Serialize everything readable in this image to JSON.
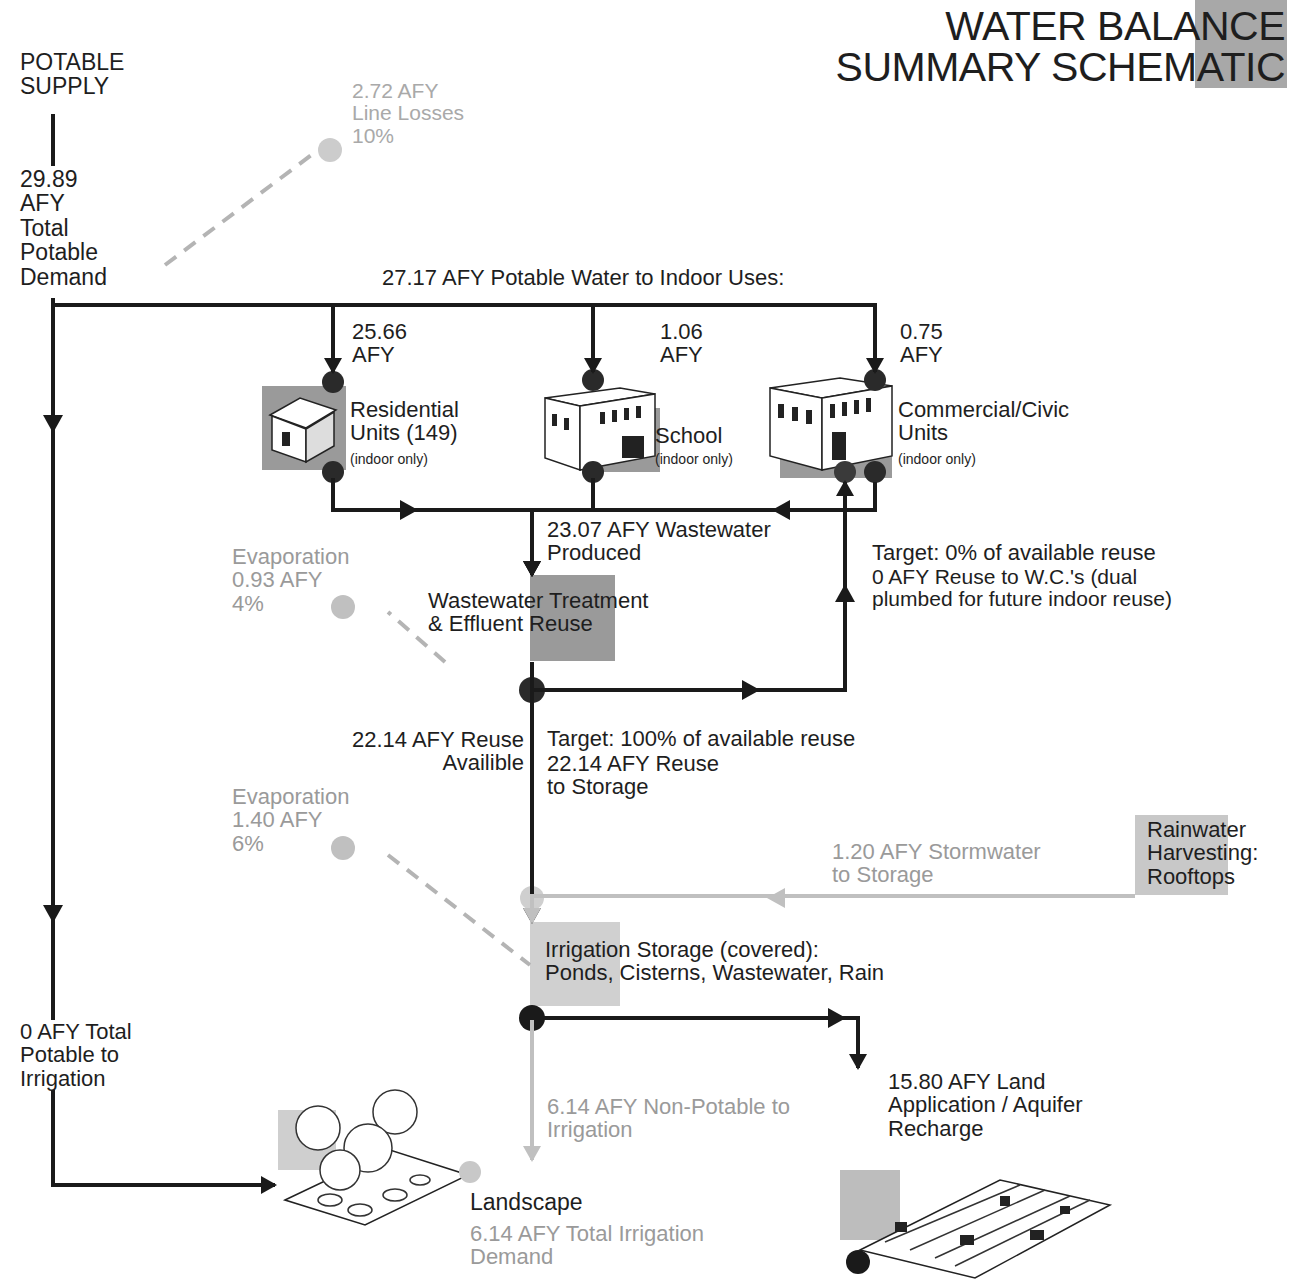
{
  "diagram": {
    "title": "WATER BALANCE SUMMARY SCHEMATIC",
    "nodes": [
      {
        "text": [
          "POTABLE SUPPLY",
          "29.89 AFY Total Potable Demand"
        ]
      },
      {
        "text": [
          "2.72 AFY Line Losses 10%"
        ]
      },
      {
        "text": [
          "Residential Units (149)",
          "(indoor only)"
        ]
      },
      {
        "text": [
          "School",
          "(indoor only)"
        ]
      },
      {
        "text": [
          "Commercial/Civic Units",
          "(indoor only)"
        ]
      },
      {
        "text": [
          "Wastewater Treatment & Effluent Reuse"
        ]
      },
      {
        "text": [
          "Evaporation 0.93 AFY 4%"
        ]
      },
      {
        "text": [
          "Evaporation 1.40 AFY 6%"
        ]
      },
      {
        "text": [
          "Rainwater Harvesting: Rooftops"
        ]
      },
      {
        "text": [
          "Irrigation Storage (covered): Ponds, Cisterns, Wastewater, Rain"
        ]
      },
      {
        "text": [
          "Landscape",
          "6.14 AFY Total Irrigation Demand"
        ]
      },
      {
        "text": [
          "15.80 AFY Land Application / Aquifer Recharge"
        ]
      }
    ],
    "edges": [
      {
        "from": 0,
        "to": 1,
        "arrow": "none"
      },
      {
        "from": 0,
        "to": 2,
        "label": "25.66 AFY",
        "arrow": "to"
      },
      {
        "from": 0,
        "to": 3,
        "label": "1.06 AFY",
        "arrow": "to"
      },
      {
        "from": 0,
        "to": 4,
        "label": "0.75 AFY",
        "arrow": "to"
      },
      {
        "from": 0,
        "to": 10,
        "label": "0 AFY Total Potable to Irrigation",
        "arrow": "to"
      },
      {
        "from": 2,
        "to": 5,
        "arrow": "to"
      },
      {
        "from": 3,
        "to": 5,
        "arrow": "to"
      },
      {
        "from": 4,
        "to": 5,
        "arrow": "to"
      },
      {
        "from": 5,
        "to": 6,
        "arrow": "none"
      },
      {
        "from": 5,
        "to": 4,
        "label": "0 AFY Reuse to W.C.'s (dual plumbed for future indoor reuse)",
        "arrow": "to"
      },
      {
        "from": 5,
        "to": 9,
        "label": "22.14 AFY Reuse to Storage",
        "arrow": "to"
      },
      {
        "from": 7,
        "to": 9,
        "arrow": "none"
      },
      {
        "from": 8,
        "to": 9,
        "label": "1.20 AFY Stormwater to Storage",
        "arrow": "to"
      },
      {
        "from": 9,
        "to": 10,
        "label": "6.14 AFY Non-Potable to Irrigation",
        "arrow": "to"
      },
      {
        "from": 9,
        "to": 11,
        "arrow": "to"
      }
    ],
    "labels": [
      "27.17 AFY Potable Water to Indoor Uses:",
      "23.07 AFY Wastewater Produced",
      "Target: 0% of available reuse",
      "22.14 AFY Reuse Availible",
      "Target: 100% of available reuse"
    ]
  }
}
